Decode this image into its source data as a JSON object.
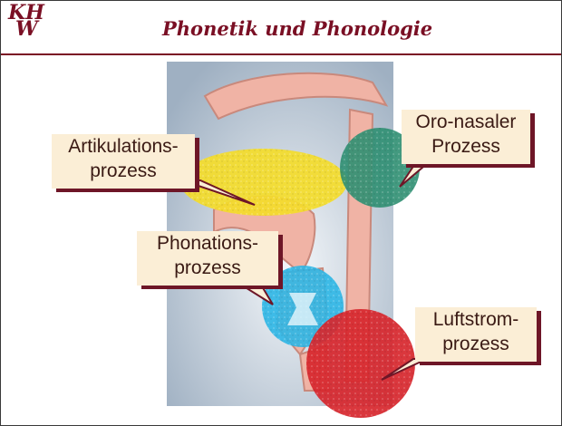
{
  "logo": {
    "line1": "KH",
    "line2": "W"
  },
  "title": "Phonetik und Phonologie",
  "labels": {
    "articulation": [
      "Artikulations-",
      "prozess"
    ],
    "oronasal": [
      "Oro-nasaler",
      "Prozess"
    ],
    "phonation": [
      "Phonations-",
      "prozess"
    ],
    "airstream": [
      "Luftstrom-",
      "prozess"
    ]
  },
  "colors": {
    "brand": "#7a0f24",
    "articulation": "#f4dc2a",
    "oronasal": "#2f8f72",
    "phonation": "#2cb6e6",
    "airstream": "#d7262c",
    "tissue": "#f0b3a5",
    "panel": "#b9c7d5"
  }
}
